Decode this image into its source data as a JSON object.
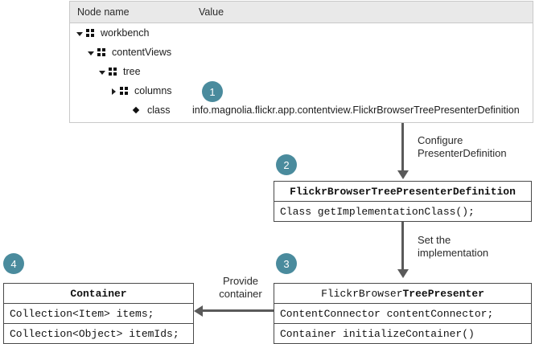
{
  "tree_panel": {
    "columns": {
      "node_name": "Node name",
      "value": "Value"
    },
    "rows": [
      {
        "label": "workbench",
        "value": "",
        "twisty": "open",
        "icon": "node-grid-icon",
        "depth": 0
      },
      {
        "label": "contentViews",
        "value": "",
        "twisty": "open",
        "icon": "node-grid-icon",
        "depth": 1
      },
      {
        "label": "tree",
        "value": "",
        "twisty": "open",
        "icon": "node-grid-icon",
        "depth": 2
      },
      {
        "label": "columns",
        "value": "",
        "twisty": "closed",
        "icon": "node-grid-icon",
        "depth": 3
      },
      {
        "label": "class",
        "value": "info.magnolia.flickr.app.contentview.FlickrBrowserTreePresenterDefinition",
        "twisty": "none",
        "icon": "property-diamond-icon",
        "depth": 4
      }
    ]
  },
  "badges": {
    "one": "1",
    "two": "2",
    "three": "3",
    "four": "4"
  },
  "boxes": {
    "presenter_definition": {
      "title": "FlickrBrowserTreePresenterDefinition",
      "members": [
        "Class getImplementationClass();"
      ]
    },
    "tree_presenter": {
      "title_regular": "FlickrBrowser",
      "title_bold": "TreePresenter",
      "members": [
        "ContentConnector contentConnector;",
        "Container initializeContainer()"
      ]
    },
    "container": {
      "title": "Container",
      "members": [
        "Collection<Item> items;",
        "Collection<Object> itemIds;"
      ]
    }
  },
  "captions": {
    "configure": "Configure\nPresenterDefinition",
    "configure_line1": "Configure",
    "configure_line2": "PresenterDefinition",
    "set_impl_line1": "Set the",
    "set_impl_line2": "implementation",
    "provide_line1": "Provide",
    "provide_line2": "container"
  },
  "colors": {
    "badge_teal": "#4a8b9d",
    "arrow_gray": "#5a5a5a",
    "header_gray": "#e9e9e9",
    "box_border": "#4a4a4a"
  }
}
